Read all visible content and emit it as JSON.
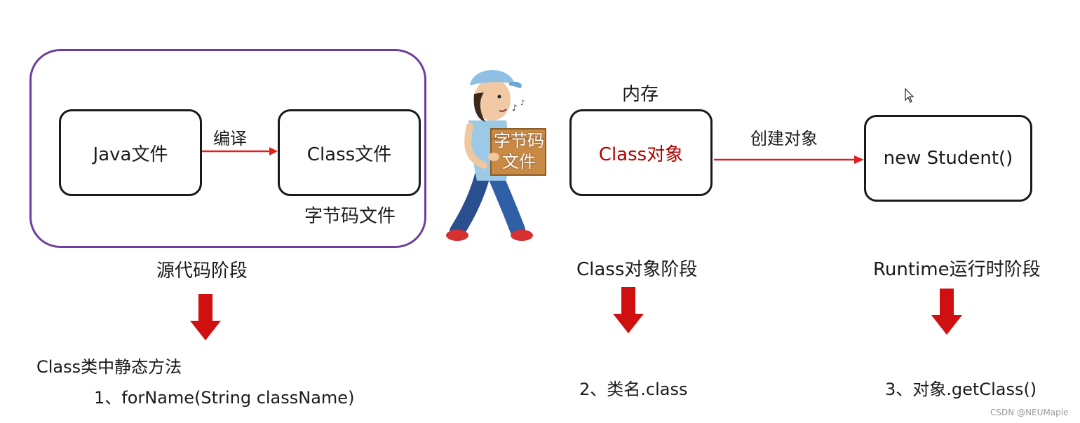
{
  "source_stage": {
    "java_file": "Java文件",
    "compile": "编译",
    "class_file": "Class文件",
    "bytecode_file": "字节码文件",
    "stage_label": "源代码阶段",
    "method_header": "Class类中静态方法",
    "method": "1、forName(String className)"
  },
  "porter": {
    "box_line1": "字节码",
    "box_line2": "文件"
  },
  "class_stage": {
    "memory": "内存",
    "class_object": "Class对象",
    "stage_label": "Class对象阶段",
    "method": "2、类名.class"
  },
  "runtime_stage": {
    "create_object": "创建对象",
    "new_student": "new Student()",
    "stage_label": "Runtime运行时阶段",
    "method": "3、对象.getClass()"
  },
  "watermark": "CSDN @NEUMaple",
  "colors": {
    "stage_border": "#6b3fa0",
    "arrow": "#e02020",
    "down_arrow": "#d01010",
    "class_object_text": "#b30000"
  }
}
